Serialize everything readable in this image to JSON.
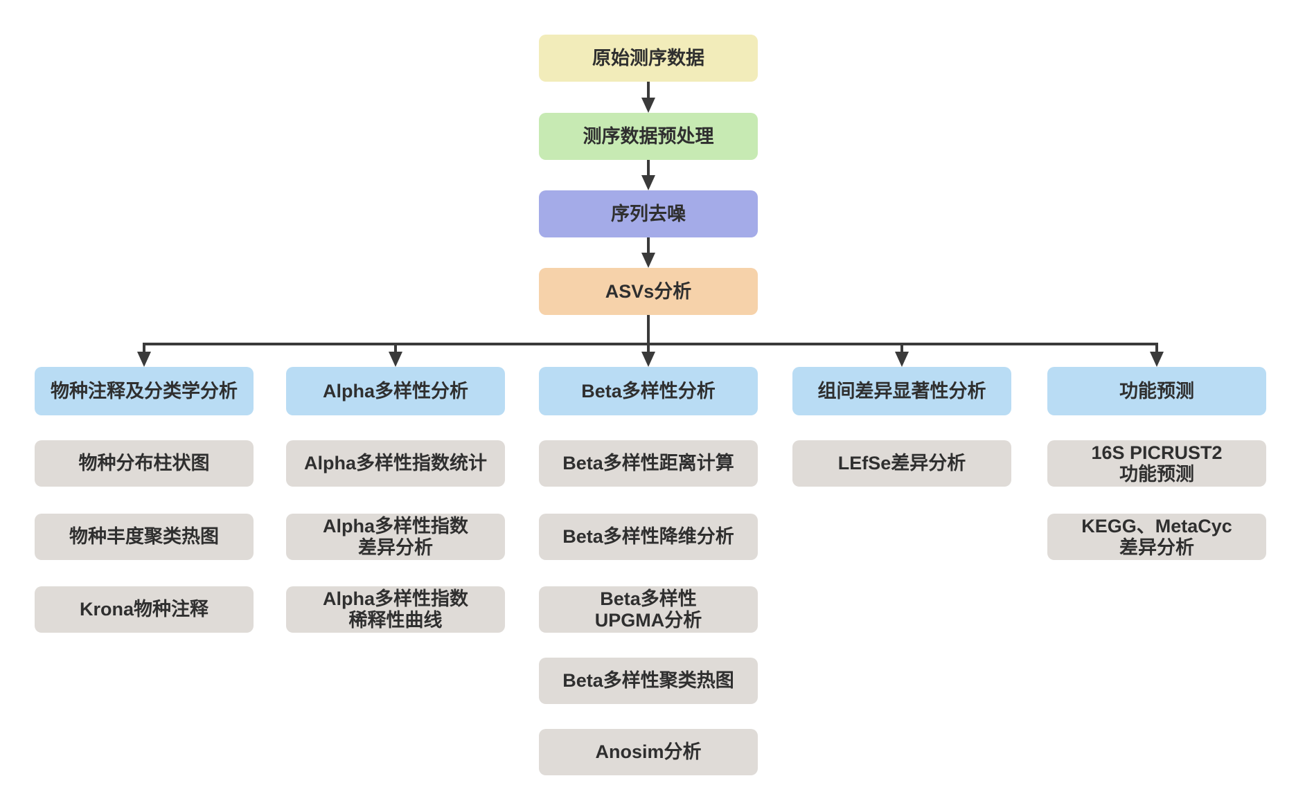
{
  "diagram": {
    "title": "16S rRNA sequencing analysis pipeline flowchart",
    "colors": {
      "raw": "#F2ECBA",
      "preprocess": "#C7EAB3",
      "denoise": "#A4ABE8",
      "asv": "#F6D2AA",
      "branch_header": "#B9DCF4",
      "item": "#DFDBD7",
      "connector": "#3A3A3A",
      "text": "#2F2F2F",
      "background": "#FFFFFF"
    },
    "chain": [
      {
        "label": "原始测序数据"
      },
      {
        "label": "测序数据预处理"
      },
      {
        "label": "序列去噪"
      },
      {
        "label": "ASVs分析"
      }
    ],
    "branches": [
      {
        "header": "物种注释及分类学分析",
        "items": [
          "物种分布柱状图",
          "物种丰度聚类热图",
          "Krona物种注释"
        ]
      },
      {
        "header": "Alpha多样性分析",
        "items": [
          "Alpha多样性指数统计",
          "Alpha多样性指数\n差异分析",
          "Alpha多样性指数\n稀释性曲线"
        ]
      },
      {
        "header": "Beta多样性分析",
        "items": [
          "Beta多样性距离计算",
          "Beta多样性降维分析",
          "Beta多样性\nUPGMA分析",
          "Beta多样性聚类热图",
          "Anosim分析"
        ]
      },
      {
        "header": "组间差异显著性分析",
        "items": [
          "LEfSe差异分析"
        ]
      },
      {
        "header": "功能预测",
        "items": [
          "16S PICRUST2\n功能预测",
          "KEGG、MetaCyc\n差异分析"
        ]
      }
    ]
  }
}
